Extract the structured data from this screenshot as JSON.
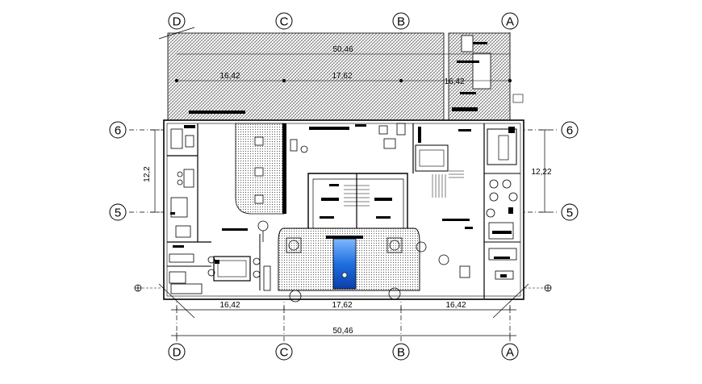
{
  "grid_columns": [
    {
      "id": "col-d",
      "label": "D"
    },
    {
      "id": "col-c",
      "label": "C"
    },
    {
      "id": "col-b",
      "label": "B"
    },
    {
      "id": "col-a",
      "label": "A"
    }
  ],
  "grid_rows": [
    {
      "id": "row-6",
      "label": "6"
    },
    {
      "id": "row-5",
      "label": "5"
    }
  ],
  "dimensions": {
    "bottom_span_1": "16,42",
    "bottom_span_2": "17,62",
    "bottom_span_3": "16,42",
    "bottom_total": "50,46",
    "top_total": "50,46",
    "top_span_1": "16,42",
    "top_span_2": "17,62",
    "top_span_3": "16,42",
    "left_height": "12,2",
    "right_height": "12,22"
  },
  "colors": {
    "line": "#000000",
    "hatch": "#555555",
    "pool": "#1565d8",
    "pool_light": "#7fb8ff"
  }
}
